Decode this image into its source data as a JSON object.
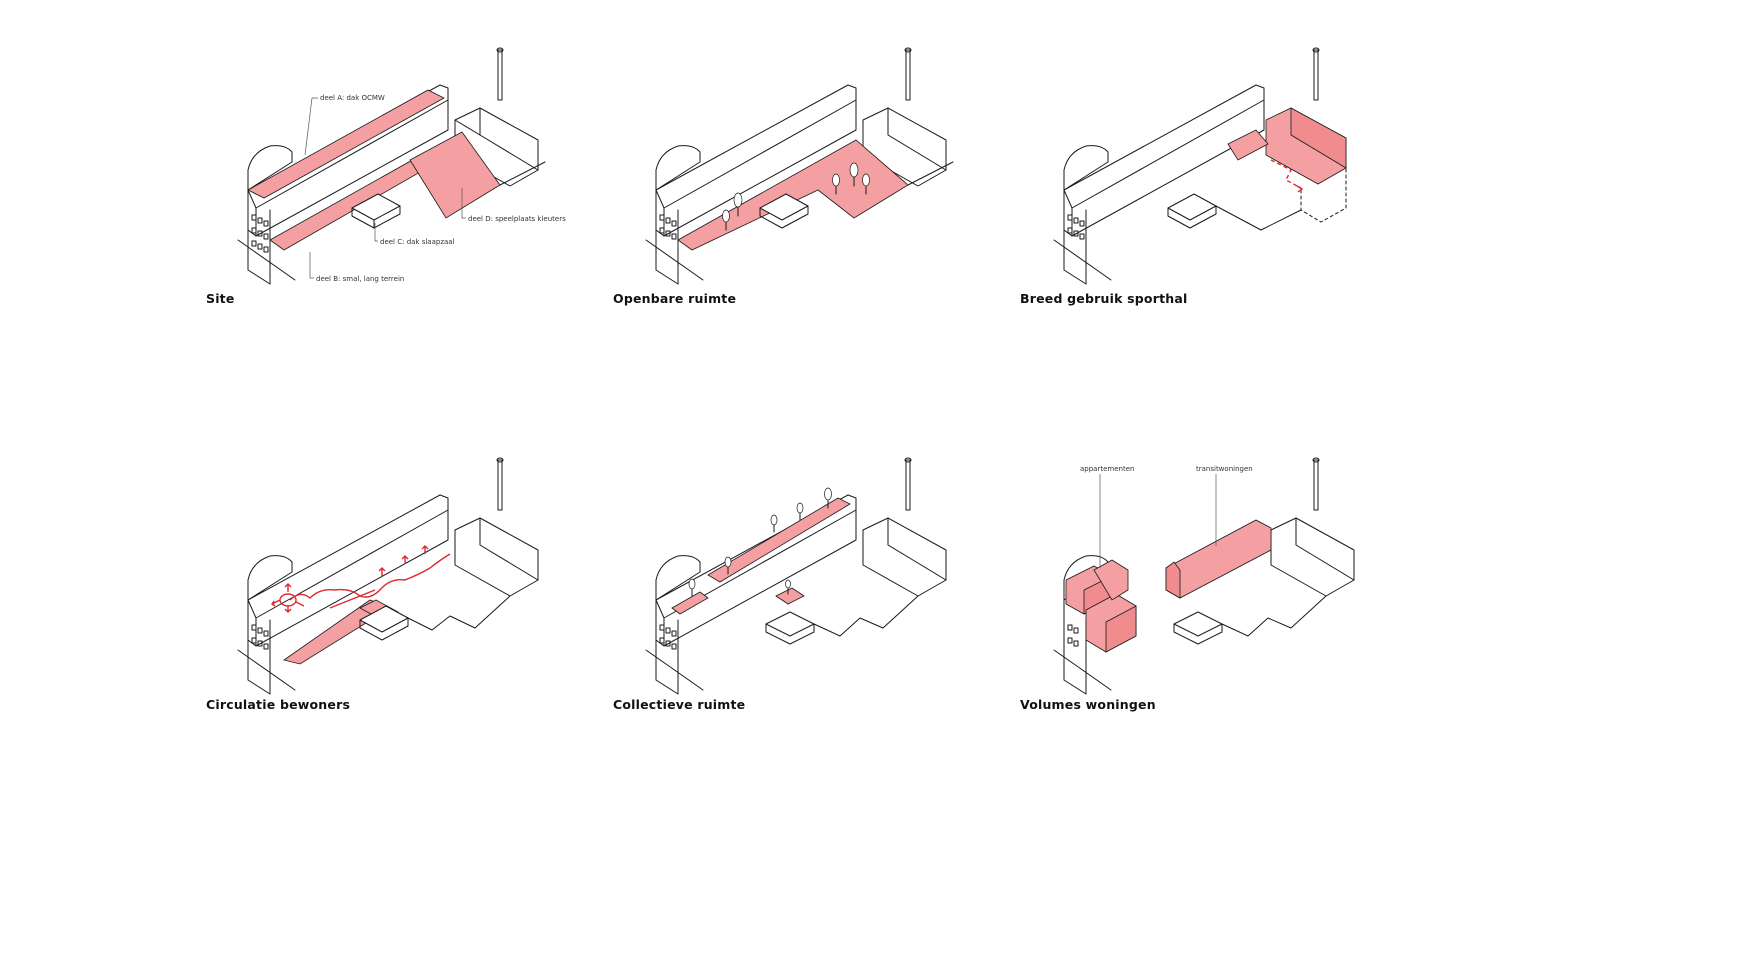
{
  "panels": [
    {
      "caption": "Site",
      "annotations": {
        "a": "deel A: dak OCMW",
        "b": "deel B: smal, lang terrein",
        "c": "deel C: dak slaapzaal",
        "d": "deel D: speelplaats kleuters"
      }
    },
    {
      "caption": "Openbare ruimte"
    },
    {
      "caption": "Breed gebruik sporthal"
    },
    {
      "caption": "Circulatie bewoners"
    },
    {
      "caption": "Collectieve ruimte"
    },
    {
      "caption": "Volumes woningen",
      "annotations": {
        "appartementen": "appartementen",
        "transitwoningen": "transitwoningen"
      }
    }
  ],
  "colors": {
    "highlight": "#f4a0a2",
    "arrow": "#e0262b",
    "line": "#1a1a1a"
  }
}
